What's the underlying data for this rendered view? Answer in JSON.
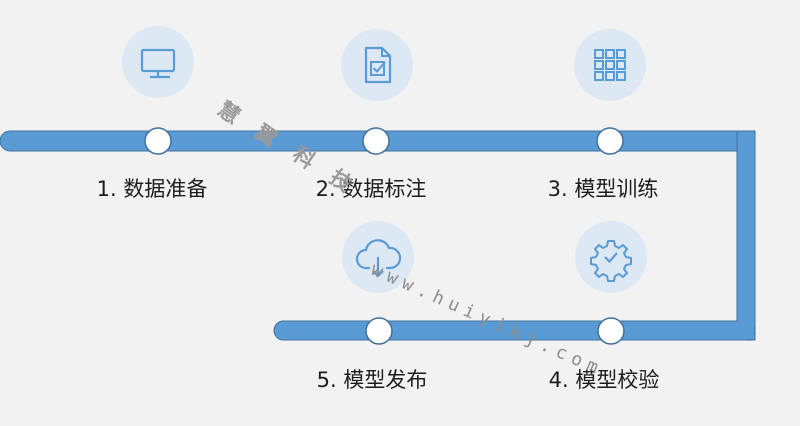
{
  "colors": {
    "track": "#5b9bd5",
    "track_edge": "#41719c",
    "node": "#ffffff",
    "icon_bg": "#dce8f3"
  },
  "steps": [
    {
      "label": "1. 数据准备",
      "icon": "monitor-icon"
    },
    {
      "label": "2. 数据标注",
      "icon": "document-check-icon"
    },
    {
      "label": "3. 模型训练",
      "icon": "grid-icon"
    },
    {
      "label": "4. 模型校验",
      "icon": "gear-check-icon"
    },
    {
      "label": "5. 模型发布",
      "icon": "cloud-download-icon"
    }
  ],
  "watermark": {
    "chars": [
      "慧",
      "翼",
      "科",
      "技"
    ],
    "url": "www.huiyikj.com"
  }
}
